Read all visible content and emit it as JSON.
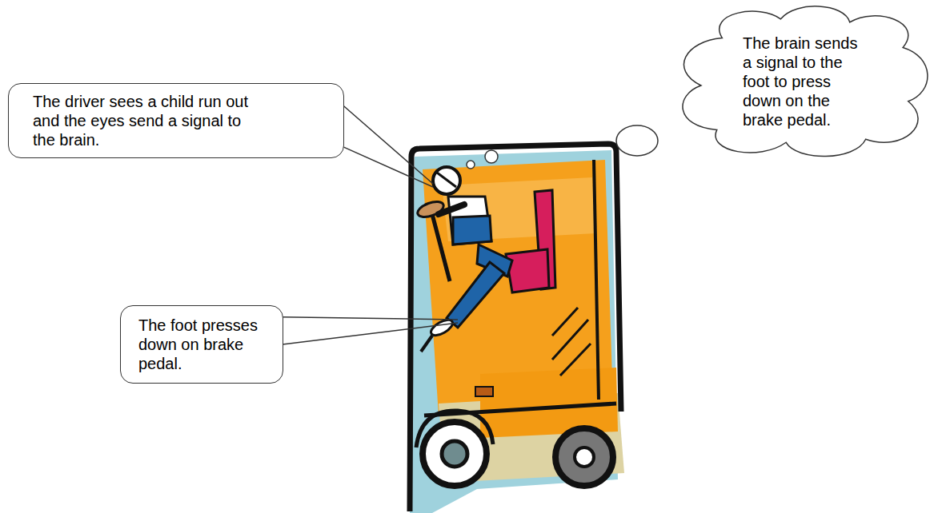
{
  "diagram": {
    "nodes": [
      {
        "text": [
          "The driver sees a child run out and the eyes send a signal to the brain."
        ]
      },
      {
        "text": [
          "The brain sends a signal to the foot to press down on the brake pedal."
        ]
      },
      {
        "text": [
          "The foot presses down on brake pedal."
        ]
      }
    ]
  }
}
